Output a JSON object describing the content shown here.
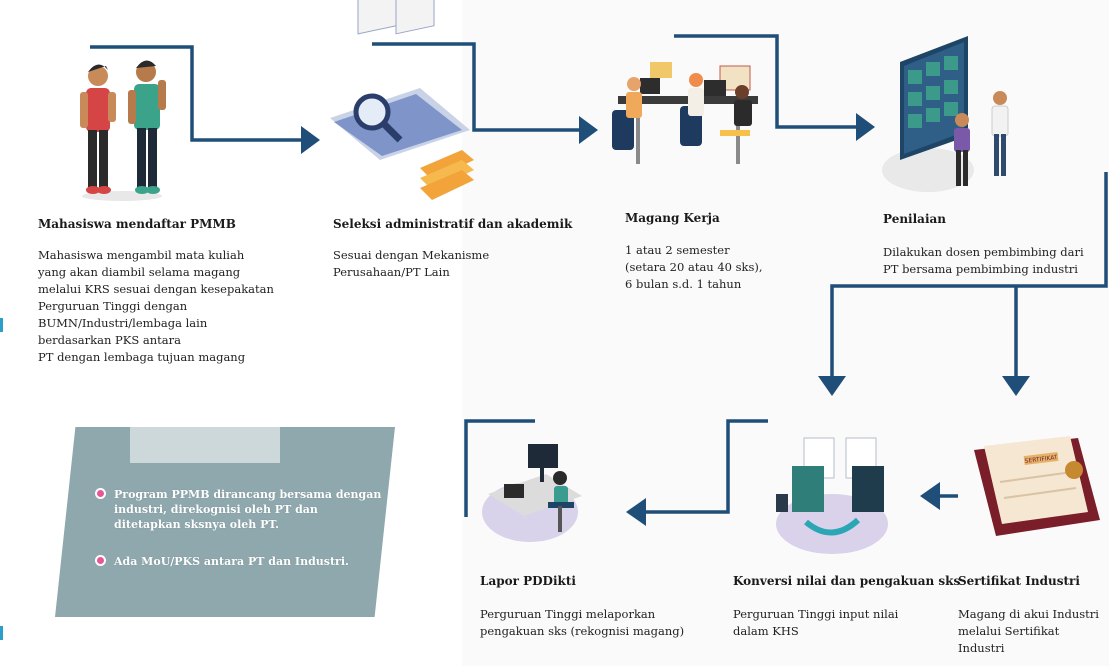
{
  "colors": {
    "accent": "#1f4e79",
    "arrow": "#245a82",
    "note_bg": "#8ea8ae",
    "bullet": "#e6579a"
  },
  "steps": [
    {
      "title": "Mahasiswa mendaftar PMMB",
      "desc": "Mahasiswa mengambil mata kuliah\nyang akan diambil selama magang\nmelalui KRS sesuai dengan kesepakatan\nPerguruan Tinggi dengan\nBUMN/Industri/lembaga lain\nberdasarkan PKS antara\nPT dengan lembaga tujuan magang",
      "icon": "students-illustration"
    },
    {
      "title": "Seleksi administratif dan akademik",
      "desc": "Sesuai dengan Mekanisme\nPerusahaan/PT Lain",
      "icon": "magnifier-documents-illustration"
    },
    {
      "title": "Magang Kerja",
      "desc": "1 atau 2 semester\n(setara 20 atau 40 sks),\n6 bulan s.d. 1 tahun",
      "icon": "office-team-illustration"
    },
    {
      "title": "Penilaian",
      "desc": "Dilakukan dosen pembimbing dari\nPT bersama pembimbing industri",
      "icon": "evaluation-board-illustration"
    },
    {
      "title": "Sertifikat Industri",
      "desc": "Magang di akui Industri\nmelalui Sertifikat Industri",
      "icon": "certificate-illustration",
      "cert_label": "SERTIFIKAT"
    },
    {
      "title": "Konversi nilai dan pengakuan sks",
      "desc": "Perguruan Tinggi input nilai\ndalam KHS",
      "icon": "document-conversion-illustration"
    },
    {
      "title": "Lapor PDDikti",
      "desc": "Perguruan Tinggi melaporkan\npengakuan sks (rekognisi magang)",
      "icon": "workstation-illustration"
    }
  ],
  "notes": [
    "Program PPMB dirancang bersama dengan\nindustri, direkognisi oleh PT dan\nditetapkan sksnya oleh PT.",
    "Ada MoU/PKS antara PT dan Industri."
  ]
}
